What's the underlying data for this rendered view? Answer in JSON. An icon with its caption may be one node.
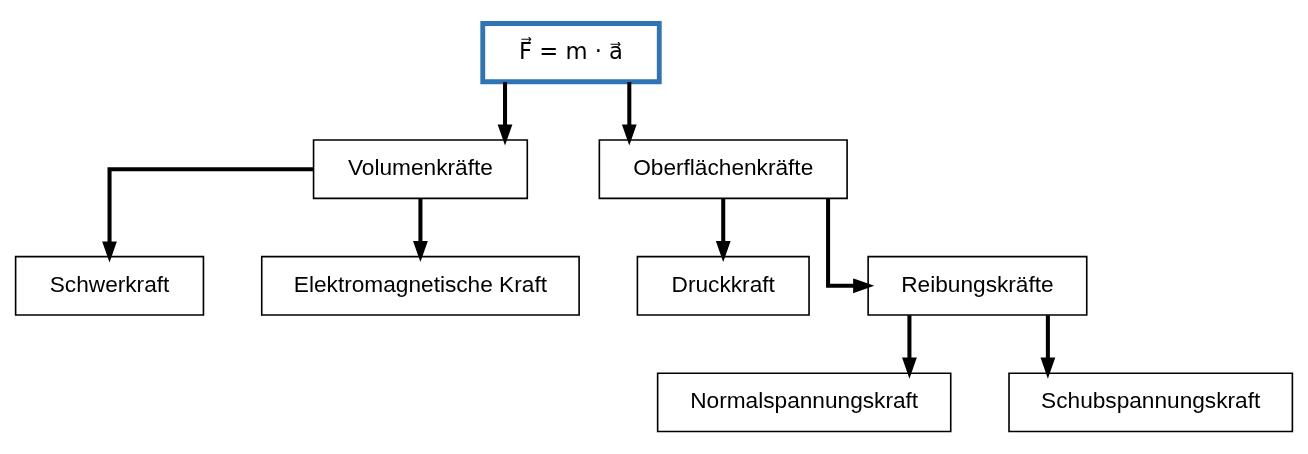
{
  "diagram": {
    "nodes": [
      {
        "text": [
          "F⃗ = m · a⃗"
        ]
      },
      {
        "text": [
          "Volumenkräfte"
        ]
      },
      {
        "text": [
          "Oberflächenkräfte"
        ]
      },
      {
        "text": [
          "Schwerkraft"
        ]
      },
      {
        "text": [
          "Elektromagnetische Kraft"
        ]
      },
      {
        "text": [
          "Druckkraft"
        ]
      },
      {
        "text": [
          "Reibungskräfte"
        ]
      },
      {
        "text": [
          "Normalspannungskraft"
        ]
      },
      {
        "text": [
          "Schubspannungskraft"
        ]
      }
    ],
    "edges": [
      {
        "from": 0,
        "to": 1,
        "arrow": "to"
      },
      {
        "from": 0,
        "to": 2,
        "arrow": "to"
      },
      {
        "from": 1,
        "to": 3,
        "arrow": "to"
      },
      {
        "from": 1,
        "to": 4,
        "arrow": "to"
      },
      {
        "from": 2,
        "to": 5,
        "arrow": "to"
      },
      {
        "from": 2,
        "to": 6,
        "arrow": "to"
      },
      {
        "from": 6,
        "to": 7,
        "arrow": "to"
      },
      {
        "from": 6,
        "to": 8,
        "arrow": "to"
      }
    ]
  }
}
